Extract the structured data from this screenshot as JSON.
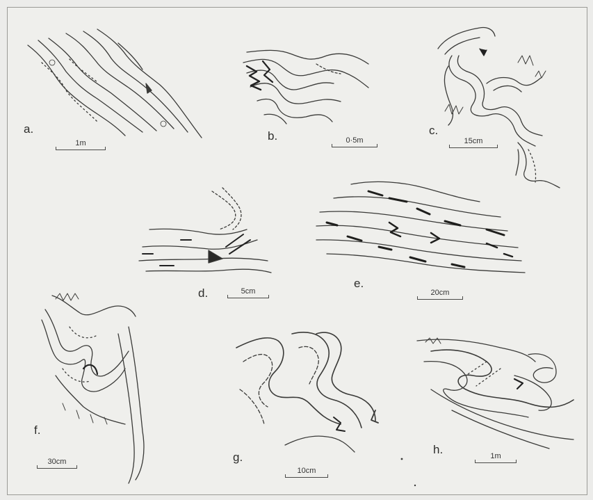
{
  "panels": [
    {
      "id": "a",
      "letter": "a.",
      "scale": "1m"
    },
    {
      "id": "b",
      "letter": "b.",
      "scale": "0·5m"
    },
    {
      "id": "c",
      "letter": "c.",
      "scale": "15cm"
    },
    {
      "id": "d",
      "letter": "d.",
      "scale": "5cm"
    },
    {
      "id": "e",
      "letter": "e.",
      "scale": "20cm"
    },
    {
      "id": "f",
      "letter": "f.",
      "scale": "30cm"
    },
    {
      "id": "g",
      "letter": "g.",
      "scale": "10cm"
    },
    {
      "id": "h",
      "letter": "h.",
      "scale": "1m"
    }
  ]
}
